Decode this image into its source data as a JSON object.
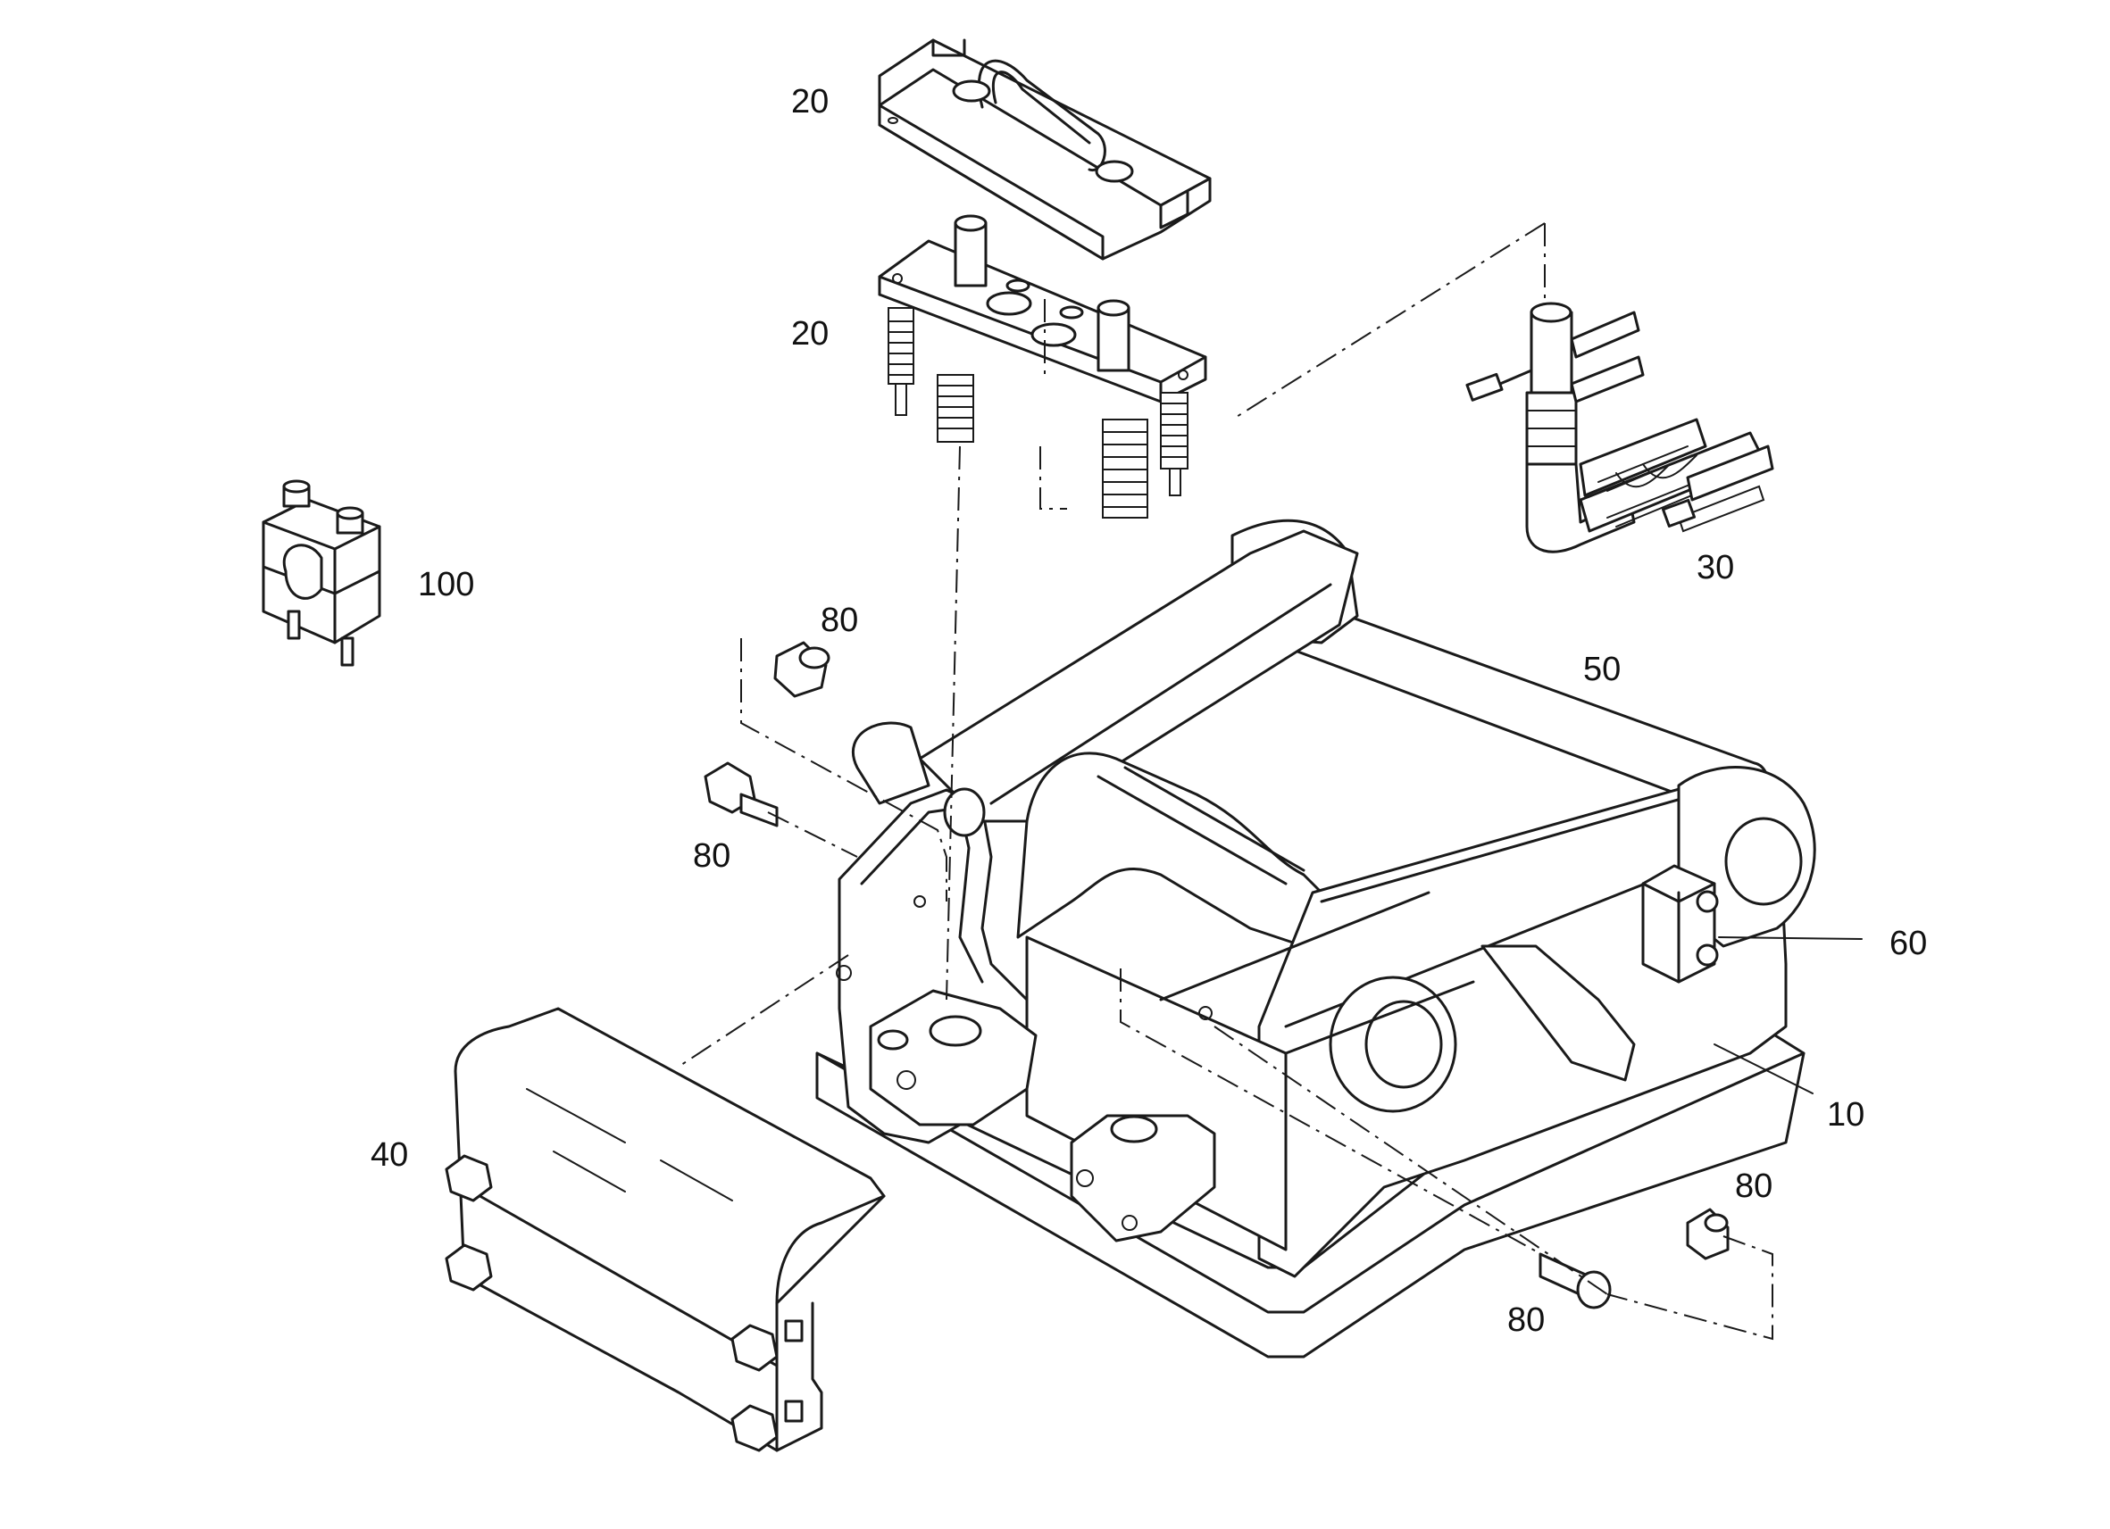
{
  "callouts": {
    "c20a": "20",
    "c20b": "20",
    "c30": "30",
    "c100": "100",
    "c80a": "80",
    "c80b": "80",
    "c50": "50",
    "c60": "60",
    "c10": "10",
    "c40": "40",
    "c80c": "80",
    "c80d": "80"
  }
}
